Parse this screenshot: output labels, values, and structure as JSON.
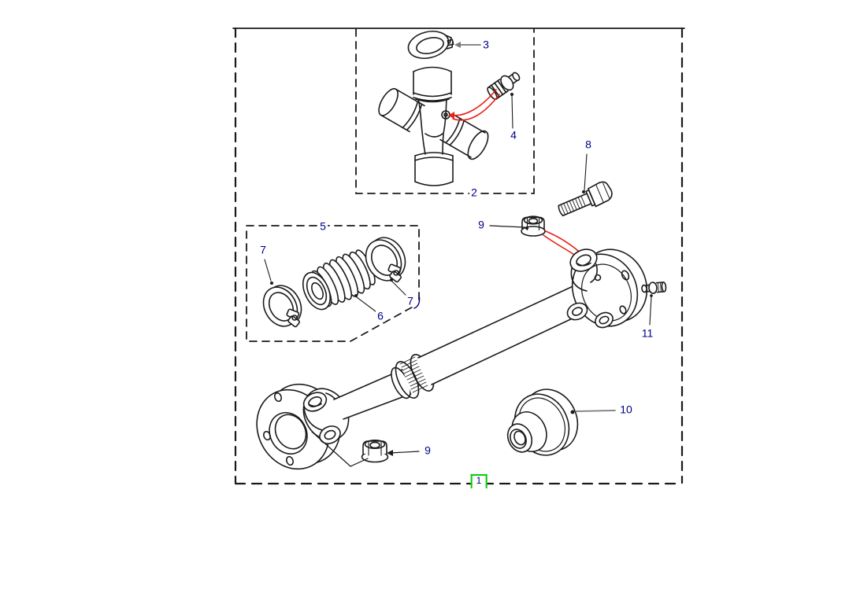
{
  "diagram": {
    "callouts": {
      "c1": {
        "label": "1",
        "selected": true
      },
      "c2": {
        "label": "2"
      },
      "c3": {
        "label": "3"
      },
      "c4": {
        "label": "4"
      },
      "c5": {
        "label": "5"
      },
      "c6": {
        "label": "6"
      },
      "c7a": {
        "label": "7"
      },
      "c7b": {
        "label": "7"
      },
      "c8": {
        "label": "8"
      },
      "c9a": {
        "label": "9"
      },
      "c9b": {
        "label": "9"
      },
      "c10": {
        "label": "10"
      },
      "c11": {
        "label": "11"
      }
    },
    "colors": {
      "label_text": "#00008B",
      "line_art": "#1A1A1A",
      "leader_gray": "#7A7A7A",
      "pointer_red": "#E62117",
      "selection_green": "#00CC00",
      "background": "#FFFFFF"
    }
  }
}
